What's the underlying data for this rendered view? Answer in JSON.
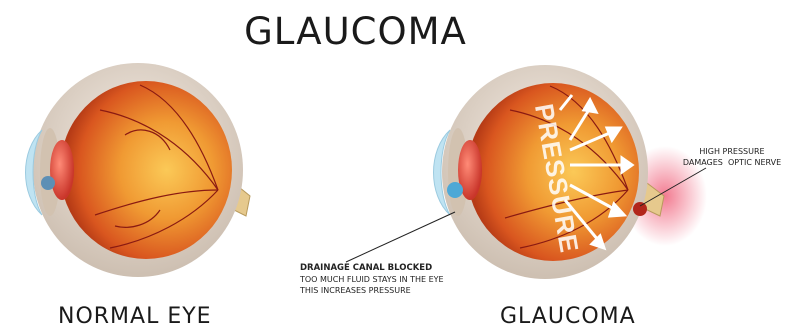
{
  "title": "GLAUCOMA",
  "captions": {
    "normal": "NORMAL EYE",
    "glaucoma": "GLAUCOMA"
  },
  "pressure_word": "PRESSURE",
  "callouts": {
    "drainage_title": "DRAINAGE CANAL BLOCKED",
    "drainage_line1": "TOO MUCH FLUID STAYS IN THE EYE",
    "drainage_line2": "THIS INCREASES PRESSURE",
    "optic_line1": "HIGH PRESSURE",
    "optic_line2": "DAMAGES  OPTIC NERVE"
  },
  "colors": {
    "sclera": "#e9ded2",
    "retina_outer": "#c84a1a",
    "retina_inner": "#f3a23a",
    "vessels": "#8a1a12",
    "nerve": "#e7cf94",
    "pressure_glow": "#f06b86",
    "cornea": "#bfe3f2"
  }
}
